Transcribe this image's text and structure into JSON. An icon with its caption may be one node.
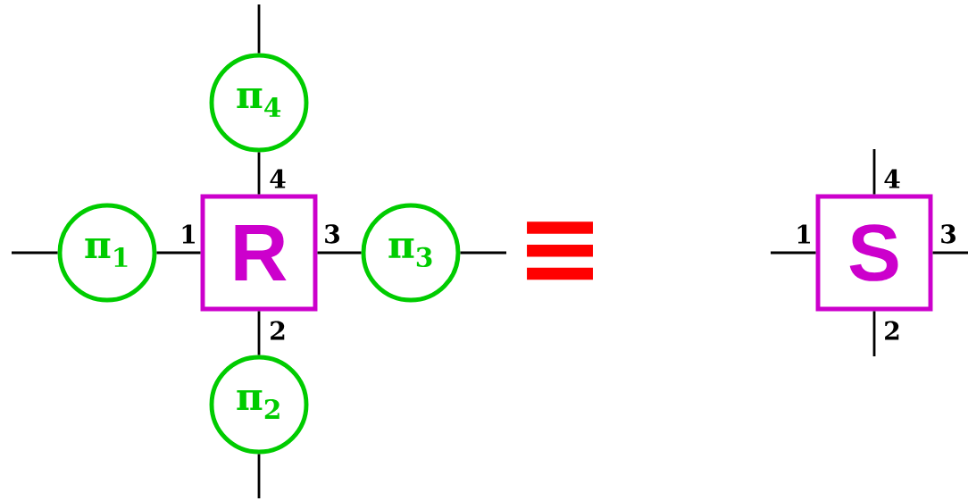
{
  "diagram": {
    "nodes": [
      {
        "text": [
          "R"
        ]
      },
      {
        "text": [
          "π$_{1}$"
        ]
      },
      {
        "text": [
          "π$_{2}$"
        ]
      },
      {
        "text": [
          "π$_{3}$"
        ]
      },
      {
        "text": [
          "π$_{4}$"
        ]
      },
      {
        "text": [
          "S"
        ]
      }
    ],
    "edges": [
      {
        "from": 0,
        "to": 1,
        "arrow": "none",
        "label": "1"
      },
      {
        "from": 0,
        "to": 2,
        "arrow": "none",
        "label": "2"
      },
      {
        "from": 0,
        "to": 3,
        "arrow": "none",
        "label": "3"
      },
      {
        "from": 0,
        "to": 4,
        "arrow": "none",
        "label": "4"
      },
      {
        "from": 1,
        "to": null,
        "arrow": "none"
      },
      {
        "from": 2,
        "to": null,
        "arrow": "none"
      },
      {
        "from": 3,
        "to": null,
        "arrow": "none"
      },
      {
        "from": 4,
        "to": null,
        "arrow": "none"
      },
      {
        "from": 5,
        "to": null,
        "arrow": "none",
        "label": "1"
      },
      {
        "from": 5,
        "to": null,
        "arrow": "none",
        "label": "2"
      },
      {
        "from": 5,
        "to": null,
        "arrow": "none",
        "label": "3"
      },
      {
        "from": 5,
        "to": null,
        "arrow": "none",
        "label": "4"
      }
    ],
    "labels": [
      "≡"
    ]
  }
}
